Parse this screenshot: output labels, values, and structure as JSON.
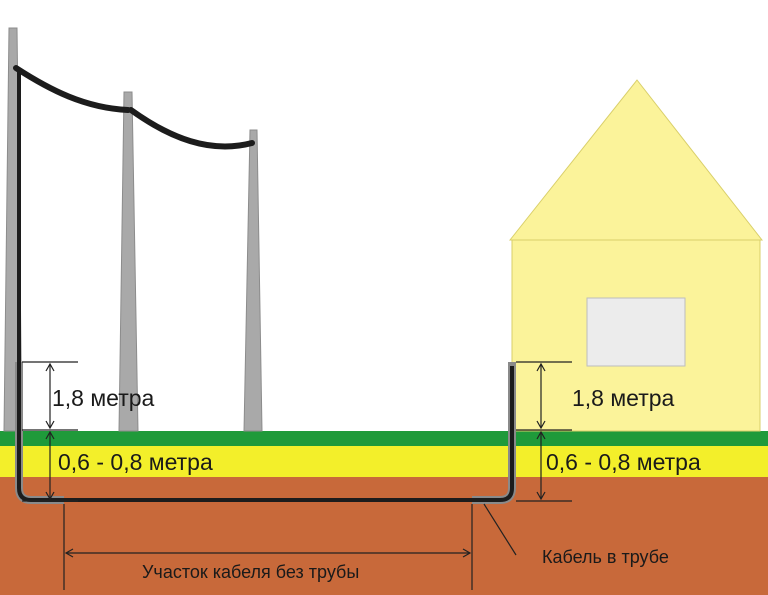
{
  "labels": {
    "height_left": "1,8 метра",
    "height_right": "1,8 метра",
    "depth_left": "0,6 - 0,8 метра",
    "depth_right": "0,6 - 0,8 метра",
    "cable_in_pipe": "Кабель в трубе",
    "section_without_pipe": "Участок кабеля без трубы"
  },
  "colors": {
    "sky": "#ffffff",
    "grass": "#1f9a3a",
    "sand": "#f3ef2a",
    "soil": "#c8693a",
    "house_wall": "#fbf39a",
    "house_roof": "#fbf39a",
    "window": "#ececec",
    "pole": "#a9a9a9",
    "cable": "#1c1c1c",
    "pipe": "#8a8a8a"
  }
}
